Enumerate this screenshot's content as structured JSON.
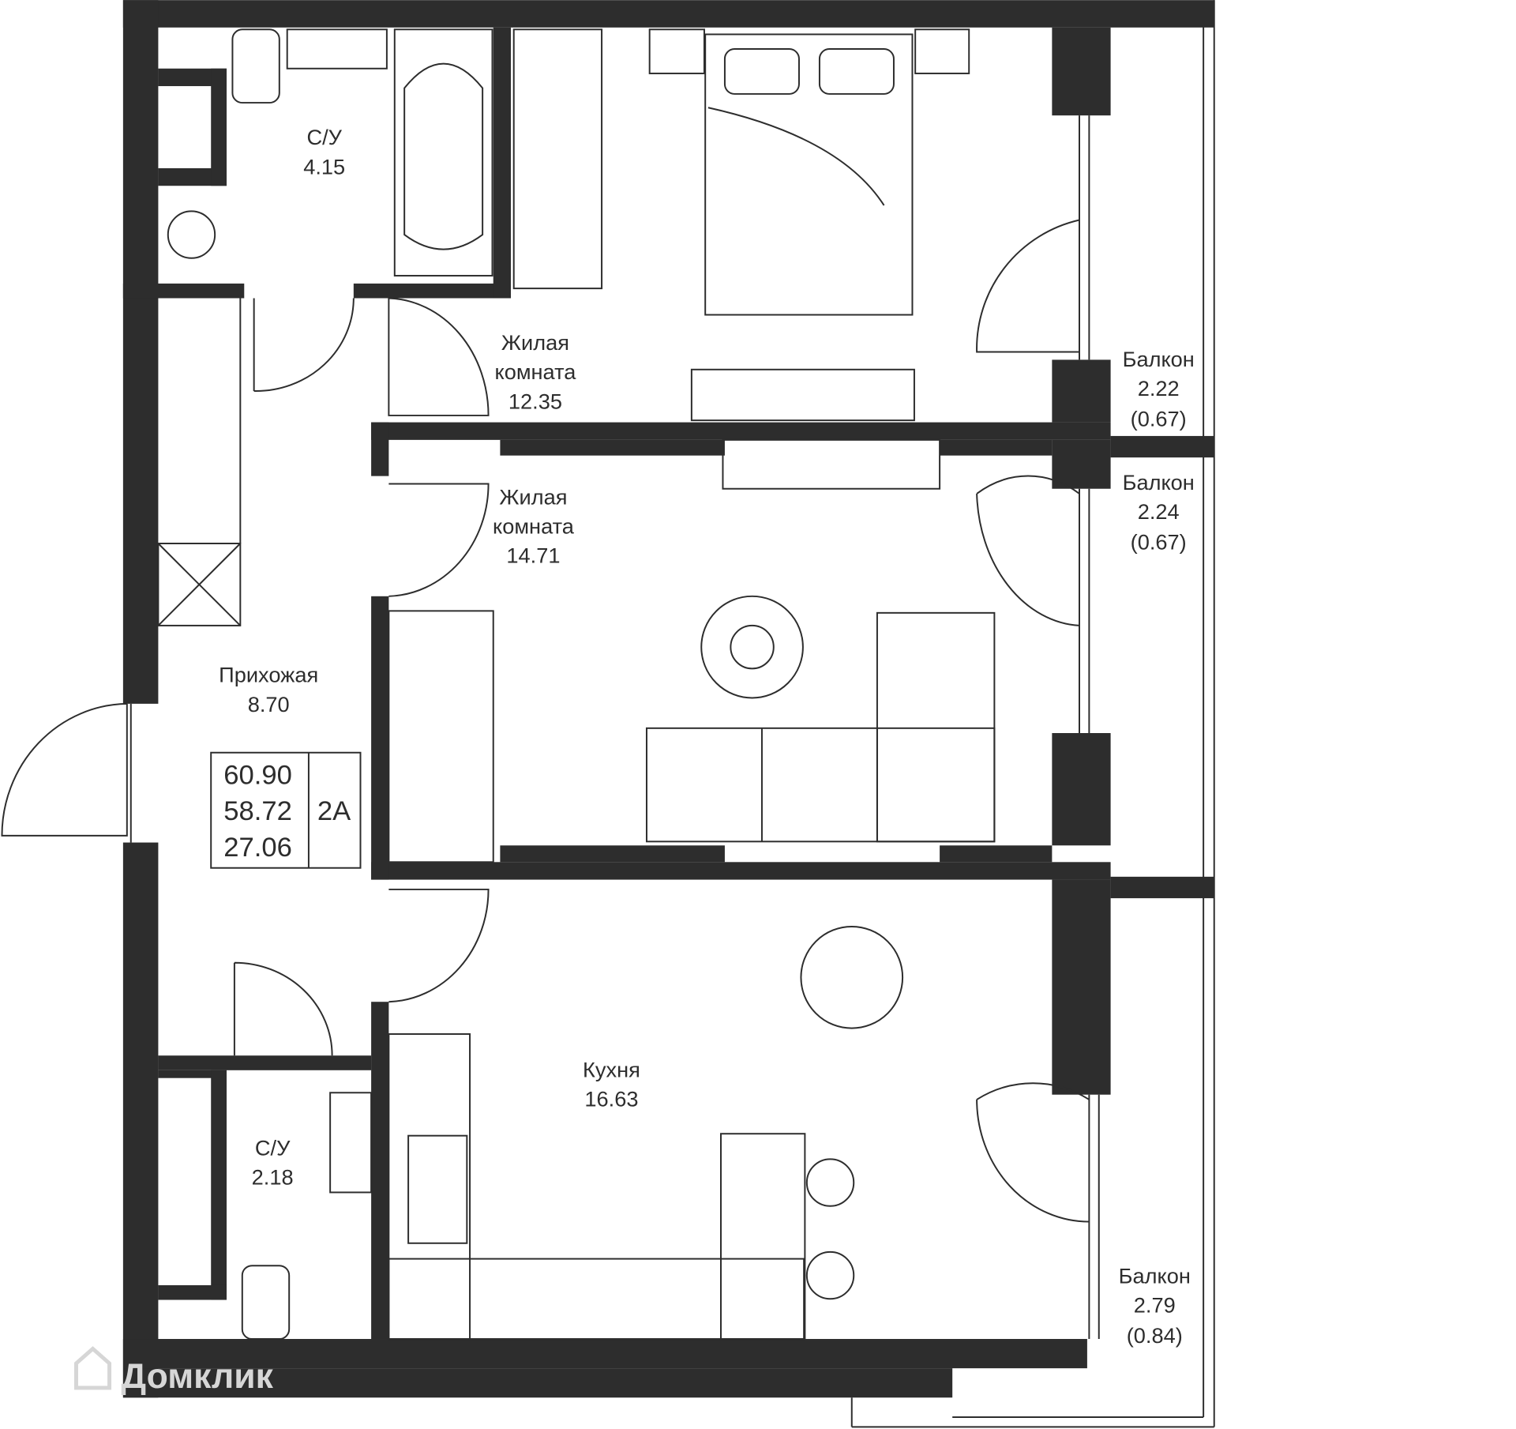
{
  "rooms": [
    {
      "name": "С/У",
      "area": "4.15"
    },
    {
      "name_line1": "Жилая",
      "name_line2": "комната",
      "area": "12.35"
    },
    {
      "name_line1": "Жилая",
      "name_line2": "комната",
      "area": "14.71"
    },
    {
      "name": "Прихожая",
      "area": "8.70"
    },
    {
      "name": "Кухня",
      "area": "16.63"
    },
    {
      "name": "С/У",
      "area": "2.18"
    },
    {
      "name": "Балкон",
      "area": "2.22",
      "reduced": "(0.67)"
    },
    {
      "name": "Балкон",
      "area": "2.24",
      "reduced": "(0.67)"
    },
    {
      "name": "Балкон",
      "area": "2.79",
      "reduced": "(0.84)"
    }
  ],
  "summary": {
    "total": "60.90",
    "living_total": "58.72",
    "living": "27.06",
    "type": "2А"
  },
  "watermark": "Домклик"
}
